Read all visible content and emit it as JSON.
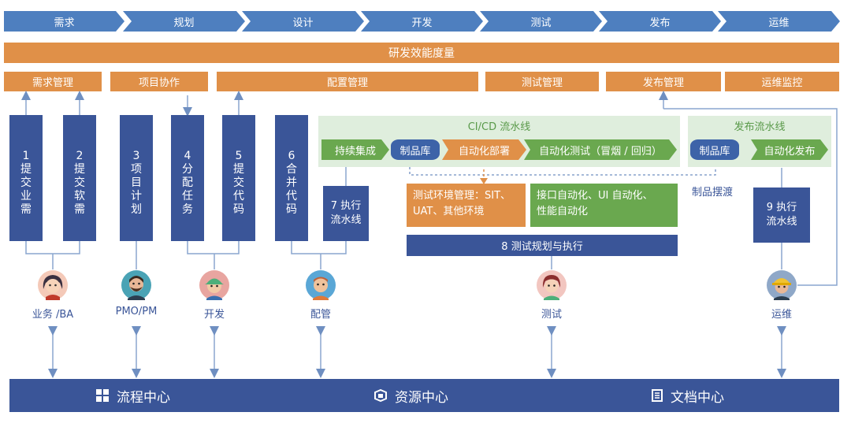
{
  "phases": [
    "需求",
    "规划",
    "设计",
    "开发",
    "测试",
    "发布",
    "运维"
  ],
  "metrics_bar": "研发效能度量",
  "management": {
    "req": "需求管理",
    "project": "项目协作",
    "config": "配置管理",
    "test": "测试管理",
    "release": "发布管理",
    "ops": "运维监控"
  },
  "steps": {
    "s1": [
      "1",
      "提",
      "交",
      "业",
      "需"
    ],
    "s2": [
      "2",
      "提",
      "交",
      "软",
      "需"
    ],
    "s3": [
      "3",
      "项",
      "目",
      "计",
      "划"
    ],
    "s4": [
      "4",
      "分",
      "配",
      "任",
      "务"
    ],
    "s5": [
      "5",
      "提",
      "交",
      "代",
      "码"
    ],
    "s6": [
      "6",
      "合",
      "并",
      "代",
      "码"
    ]
  },
  "ci": {
    "title": "CI/CD 流水线",
    "continuous_integration": "持续集成",
    "artifact_repo": "制品库",
    "auto_deploy": "自动化部署",
    "auto_test": "自动化测试（冒烟 / 回归）"
  },
  "release_pipeline": {
    "title": "发布流水线",
    "artifact_repo": "制品库",
    "auto_release": "自动化发布"
  },
  "artifact_transfer": "制品摆渡",
  "exec7": [
    "7 执行",
    "流水线"
  ],
  "exec9": [
    "9 执行",
    "流水线"
  ],
  "test_env": [
    "测试环境管理：SIT、",
    "UAT、其他环境"
  ],
  "test_auto": [
    "接口自动化、UI 自动化、",
    "性能自动化"
  ],
  "test_plan": "8 测试规划与执行",
  "roles": {
    "business": "业务 /BA",
    "pmo": "PMO/PM",
    "dev": "开发",
    "config": "配管",
    "test": "测试",
    "ops": "运维"
  },
  "centers": {
    "process": "流程中心",
    "resource": "资源中心",
    "document": "文档中心"
  },
  "icons": {
    "process": "grid-icon",
    "resource": "cube-icon",
    "document": "document-icon"
  },
  "colors": {
    "phase": "#4e7fbf",
    "orange": "#e09048",
    "navy": "#3a5598",
    "green": "#6aa84f",
    "green_panel": "#dfeedd"
  }
}
